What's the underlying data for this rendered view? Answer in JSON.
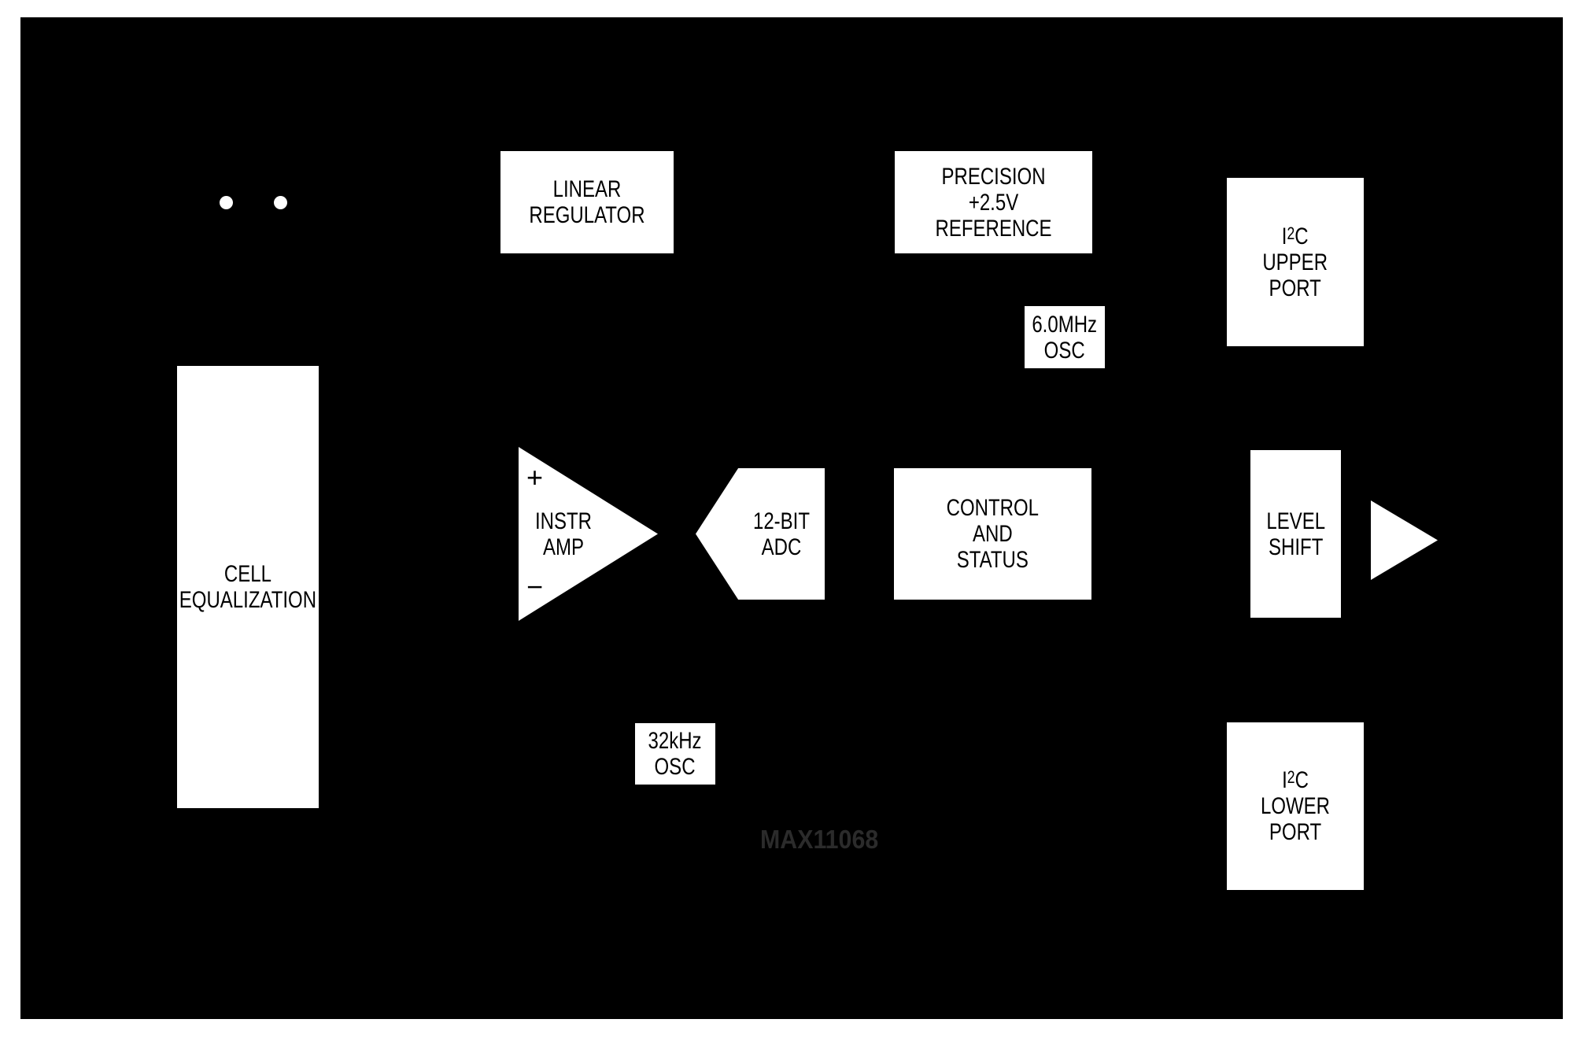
{
  "part_number": "MAX11068",
  "colors": {
    "page_background": "#ffffff",
    "canvas_background": "#000000",
    "block_fill": "#ffffff",
    "block_text": "#000000",
    "part_number_text": "#2b2b2b"
  },
  "blocks": {
    "linear_regulator": {
      "line1": "LINEAR",
      "line2": "REGULATOR"
    },
    "precision_reference": {
      "line1": "PRECISION",
      "line2": "+2.5V",
      "line3": "REFERENCE"
    },
    "osc_6mhz": {
      "line1": "6.0MHz",
      "line2": "OSC"
    },
    "i2c_upper_port": {
      "i2c": {
        "pre": "I",
        "sup": "2",
        "post": "C"
      },
      "line2": "UPPER",
      "line3": "PORT"
    },
    "cell_equalization": {
      "line1": "CELL",
      "line2": "EQUALIZATION"
    },
    "instr_amp": {
      "plus": "+",
      "minus": "−",
      "line1": "INSTR",
      "line2": "AMP"
    },
    "adc": {
      "line1": "12-BIT",
      "line2": "ADC"
    },
    "control_status": {
      "line1": "CONTROL",
      "line2": "AND",
      "line3": "STATUS"
    },
    "level_shift": {
      "line1": "LEVEL",
      "line2": "SHIFT"
    },
    "osc_32khz": {
      "line1": "32kHz",
      "line2": "OSC"
    },
    "i2c_lower_port": {
      "i2c": {
        "pre": "I",
        "sup": "2",
        "post": "C"
      },
      "line2": "LOWER",
      "line3": "PORT"
    }
  }
}
